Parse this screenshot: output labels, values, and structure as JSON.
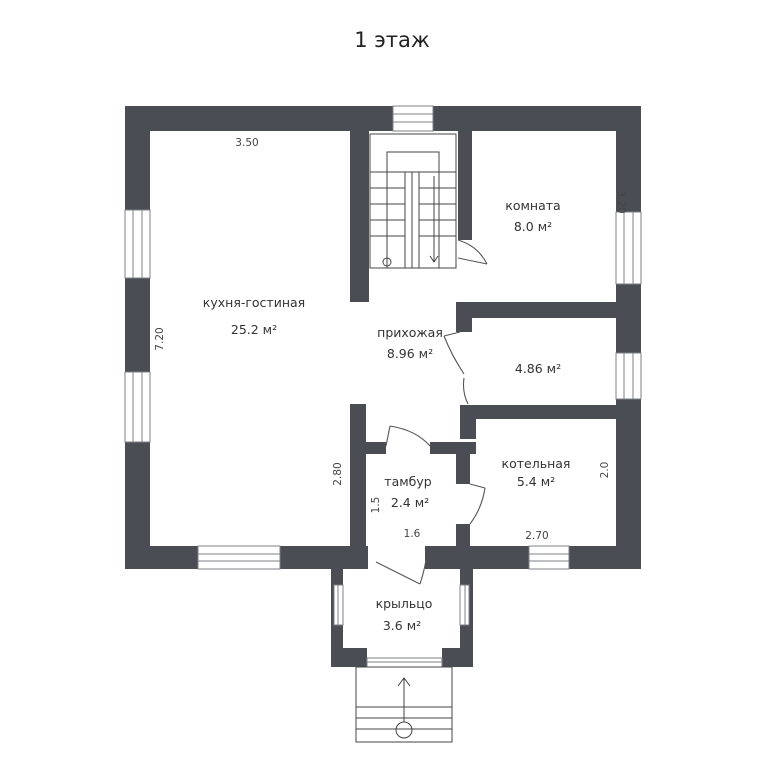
{
  "title": "1 этаж",
  "rooms": {
    "living": {
      "name": "кухня-гостиная",
      "area": "25.2 м²"
    },
    "bedroom": {
      "name": "комната",
      "area": "8.0 м²"
    },
    "hall": {
      "name": "прихожая",
      "area": "8.96 м²"
    },
    "small_room": {
      "area": "4.86 м²"
    },
    "boiler": {
      "name": "котельная",
      "area": "5.4 м²"
    },
    "vestibule": {
      "name": "тамбур",
      "area": "2.4 м²"
    },
    "porch": {
      "name": "крыльцо",
      "area": "3.6 м²"
    }
  },
  "dimensions": {
    "living_width": "3.50",
    "living_height": "7.20",
    "living_partition": "2.80",
    "bedroom_height": "3.20",
    "vestibule_height": "1.5",
    "vestibule_width": "1.6",
    "boiler_width": "2.70",
    "boiler_height": "2.0"
  }
}
